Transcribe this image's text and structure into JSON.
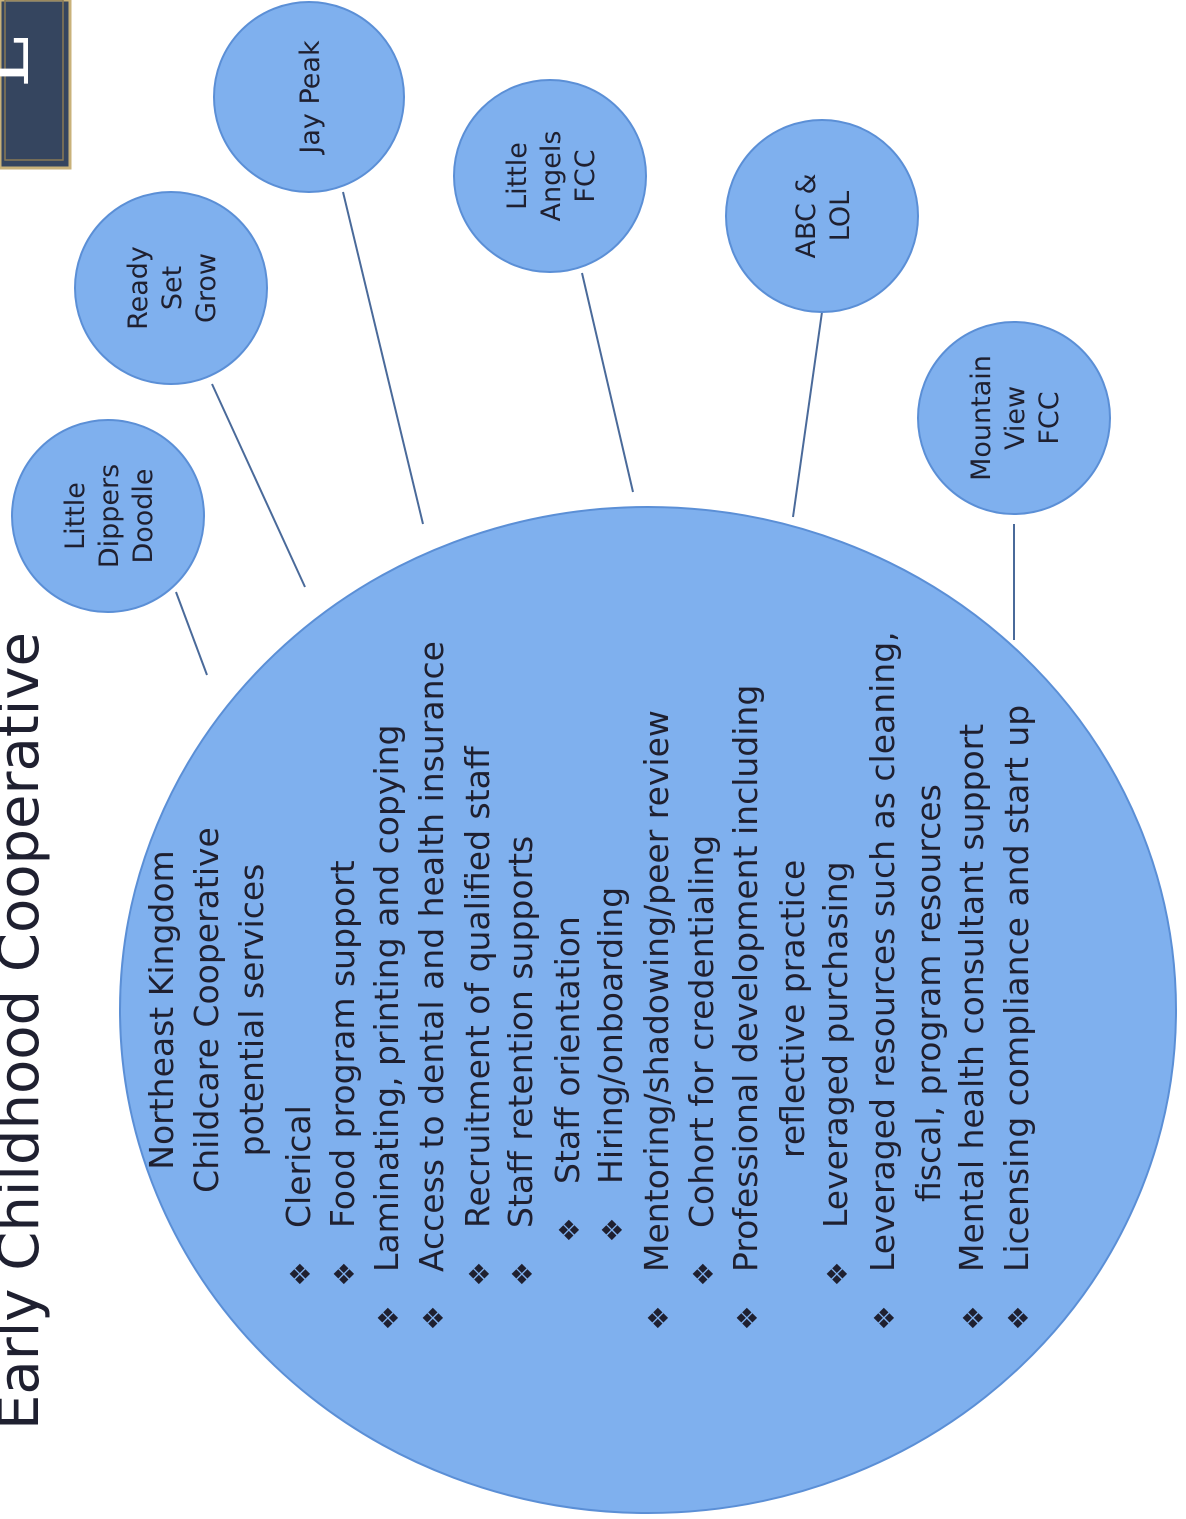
{
  "title": "Early Childhood Cooperative",
  "logo": {
    "glyph": "L"
  },
  "colors": {
    "bubble_fill": "#7fb0ee",
    "bubble_stroke": "#5b8fd6",
    "connector": "#4a6a9a",
    "text": "#1f2030",
    "logo_bg": "#35455f",
    "logo_border": "#c9b27a"
  },
  "hub": {
    "lines": [
      {
        "text": "Northeast Kingdom",
        "bullet": false,
        "indent": 0,
        "center": true
      },
      {
        "text": "Childcare Cooperative",
        "bullet": false,
        "indent": 0,
        "center": true
      },
      {
        "text": "potential services",
        "bullet": false,
        "indent": 0,
        "center": true
      },
      {
        "text": "Clerical",
        "bullet": true,
        "indent": 1
      },
      {
        "text": "Food program support",
        "bullet": true,
        "indent": 1
      },
      {
        "text": "Laminating, printing and copying",
        "bullet": true,
        "indent": 0
      },
      {
        "text": "Access to dental and health insurance",
        "bullet": true,
        "indent": 0
      },
      {
        "text": "Recruitment of qualified staff",
        "bullet": true,
        "indent": 1
      },
      {
        "text": "Staff retention supports",
        "bullet": true,
        "indent": 1
      },
      {
        "text": "Staff orientation",
        "bullet": true,
        "indent": 2
      },
      {
        "text": "Hiring/onboarding",
        "bullet": true,
        "indent": 2
      },
      {
        "text": "Mentoring/shadowing/peer review",
        "bullet": true,
        "indent": 0
      },
      {
        "text": "Cohort for credentialing",
        "bullet": true,
        "indent": 1
      },
      {
        "text": "Professional development including",
        "bullet": true,
        "indent": 0
      },
      {
        "text": "reflective practice",
        "bullet": false,
        "indent": 3
      },
      {
        "text": "Leveraged purchasing",
        "bullet": true,
        "indent": 1
      },
      {
        "text": "Leveraged resources such as cleaning,",
        "bullet": true,
        "indent": 0
      },
      {
        "text": "fiscal, program resources",
        "bullet": false,
        "indent": 2
      },
      {
        "text": "Mental health consultant support",
        "bullet": true,
        "indent": 0
      },
      {
        "text": "Licensing compliance and start up",
        "bullet": true,
        "indent": 0
      }
    ]
  },
  "satellites": [
    {
      "label": [
        "Little",
        "Dippers",
        "Doodle"
      ]
    },
    {
      "label": [
        "Ready",
        "Set",
        "Grow"
      ]
    },
    {
      "label": [
        "Jay Peak"
      ]
    },
    {
      "label": [
        "Little",
        "Angels",
        "FCC"
      ]
    },
    {
      "label": [
        "ABC &",
        "LOL"
      ]
    },
    {
      "label": [
        "Mountain",
        "View",
        "FCC"
      ]
    }
  ]
}
